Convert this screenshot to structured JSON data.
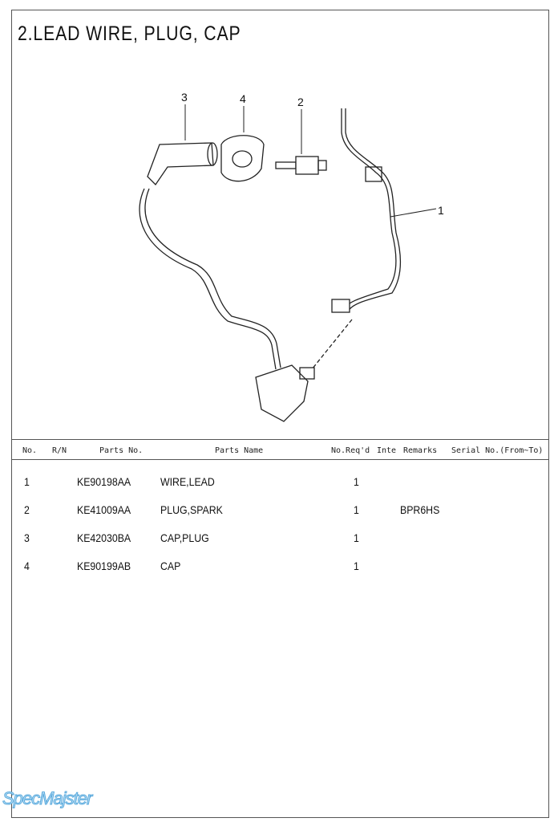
{
  "title": "2.LEAD WIRE, PLUG, CAP",
  "callouts": [
    "1",
    "2",
    "3",
    "4"
  ],
  "table": {
    "headers": [
      "No.",
      "R/N",
      "Parts No.",
      "Parts Name",
      "No.Req'd",
      "Inte",
      "Remarks",
      "Serial No.(From~To)"
    ],
    "rows": [
      {
        "no": "1",
        "parts_no": "KE90198AA",
        "name": "WIRE,LEAD",
        "qty": "1",
        "remarks": ""
      },
      {
        "no": "2",
        "parts_no": "KE41009AA",
        "name": "PLUG,SPARK",
        "qty": "1",
        "remarks": "BPR6HS"
      },
      {
        "no": "3",
        "parts_no": "KE42030BA",
        "name": "CAP,PLUG",
        "qty": "1",
        "remarks": ""
      },
      {
        "no": "4",
        "parts_no": "KE90199AB",
        "name": "CAP",
        "qty": "1",
        "remarks": ""
      }
    ]
  },
  "watermark": "SpecMajster"
}
